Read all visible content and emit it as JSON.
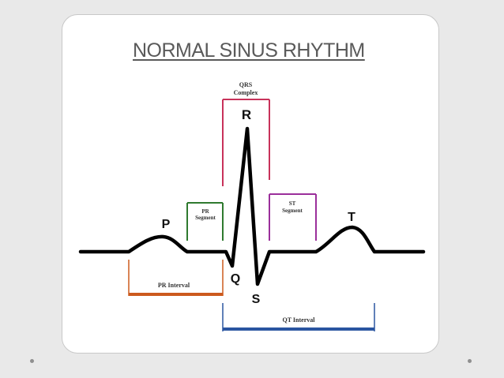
{
  "slide": {
    "title": "NORMAL SINUS RHYTHM"
  },
  "diagram": {
    "labels": {
      "qrs_complex_line1": "QRS",
      "qrs_complex_line2": "Complex",
      "r_wave": "R",
      "pr_segment_line1": "PR",
      "pr_segment_line2": "Segment",
      "st_segment_line1": "ST",
      "st_segment_line2": "Segment",
      "p_wave": "P",
      "t_wave": "T",
      "q_wave": "Q",
      "s_wave": "S",
      "pr_interval": "PR Interval",
      "qt_interval": "QT Interval"
    },
    "colors": {
      "waveform": "#000000",
      "qrs_complex": "#c8325a",
      "pr_segment": "#2f7a2f",
      "st_segment": "#9b2f9b",
      "pr_interval": "#cc5a1e",
      "qt_interval": "#2a55a0"
    }
  }
}
